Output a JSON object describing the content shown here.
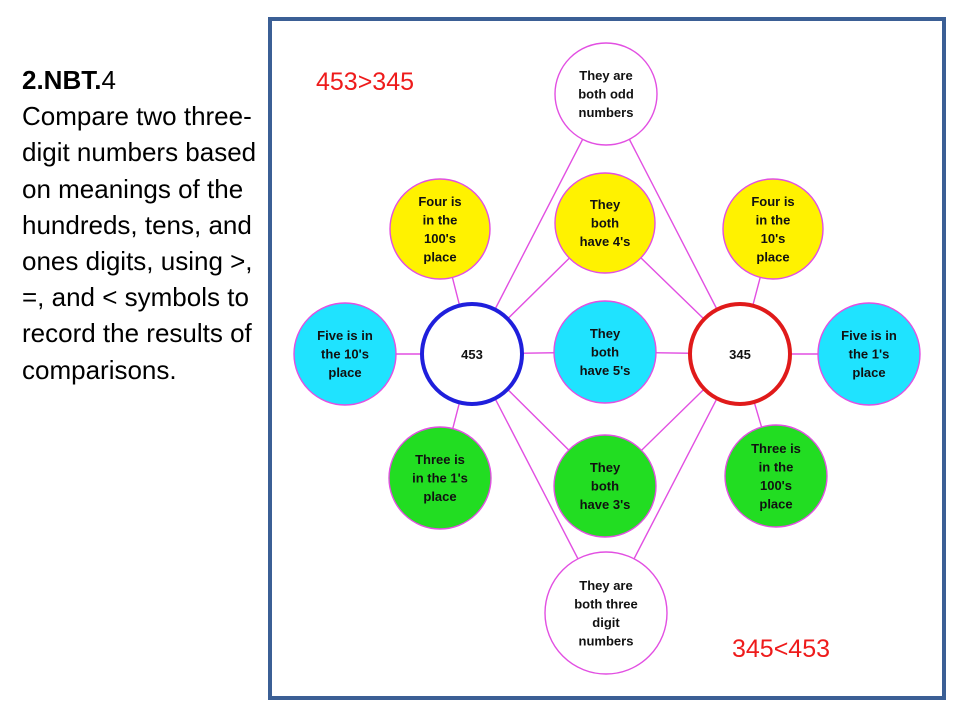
{
  "standard": {
    "code_bold": "2.NBT.",
    "code_num": "4",
    "description": "Compare two three-digit numbers based on meanings of the hundreds, tens, and ones digits, using >, =, and < symbols to record the results of comparisons."
  },
  "comparisons": {
    "top": "453>345",
    "bottom": "345<453"
  },
  "colors": {
    "frame": "#3b5f95",
    "left_hub": "#1f1fdc",
    "right_hub": "#e01a1a",
    "connector": "#e24fe2",
    "yellow": "#fff200",
    "cyan": "#1fe3ff",
    "green": "#22dd22",
    "white": "#ffffff",
    "text_red": "#ee1b1b"
  },
  "hubs": [
    {
      "name": "hub-453",
      "label": "453",
      "ring": "#1f1fdc"
    },
    {
      "name": "hub-345",
      "label": "345",
      "ring": "#e01a1a"
    }
  ],
  "bubbles": [
    {
      "name": "bubble-both-odd",
      "fill": "#ffffff",
      "lines": [
        "They are",
        "both odd",
        "numbers"
      ]
    },
    {
      "name": "bubble-four-100s",
      "fill": "#fff200",
      "lines": [
        "Four is",
        "in the",
        "100's",
        "place"
      ]
    },
    {
      "name": "bubble-both-4s",
      "fill": "#fff200",
      "lines": [
        "They",
        "both",
        "have 4's"
      ]
    },
    {
      "name": "bubble-four-10s",
      "fill": "#fff200",
      "lines": [
        "Four is",
        "in the",
        "10's",
        "place"
      ]
    },
    {
      "name": "bubble-five-10s",
      "fill": "#1fe3ff",
      "lines": [
        "Five is in",
        "the 10's",
        "place"
      ]
    },
    {
      "name": "bubble-both-5s",
      "fill": "#1fe3ff",
      "lines": [
        "They",
        "both",
        "have 5's"
      ]
    },
    {
      "name": "bubble-five-1s",
      "fill": "#1fe3ff",
      "lines": [
        "Five is in",
        "the 1's",
        "place"
      ]
    },
    {
      "name": "bubble-three-1s",
      "fill": "#22dd22",
      "lines": [
        "Three is",
        "in the 1's",
        "place"
      ]
    },
    {
      "name": "bubble-both-3s",
      "fill": "#22dd22",
      "lines": [
        "They",
        "both",
        "have 3's"
      ]
    },
    {
      "name": "bubble-three-100s",
      "fill": "#22dd22",
      "lines": [
        "Three is",
        "in the",
        "100's",
        "place"
      ]
    },
    {
      "name": "bubble-both-three-digit",
      "fill": "#ffffff",
      "lines": [
        "They are",
        "both three",
        "digit",
        "numbers"
      ]
    }
  ]
}
